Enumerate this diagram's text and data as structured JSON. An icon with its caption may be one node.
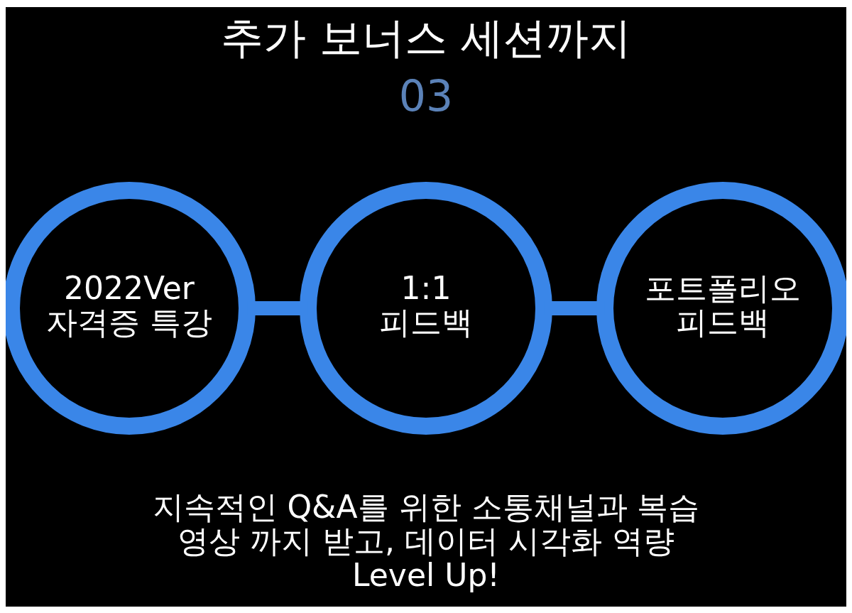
{
  "diagram": {
    "title": "추가 보너스 세션까지",
    "nodes": [
      {
        "text": [
          "2022Ver 자격증 특강"
        ]
      },
      {
        "text": [
          "1:1 피드백"
        ]
      },
      {
        "text": [
          "포트폴리오 피드백"
        ]
      }
    ],
    "edges": [
      {
        "from": 0,
        "to": 1,
        "arrow": "none"
      },
      {
        "from": 1,
        "to": 2,
        "arrow": "none"
      }
    ],
    "labels": [
      "03",
      "지속적인 Q&A를 위한 소통채널과 복습 영상 까지 받고, 데이터 시각화 역량 Level Up!"
    ]
  }
}
